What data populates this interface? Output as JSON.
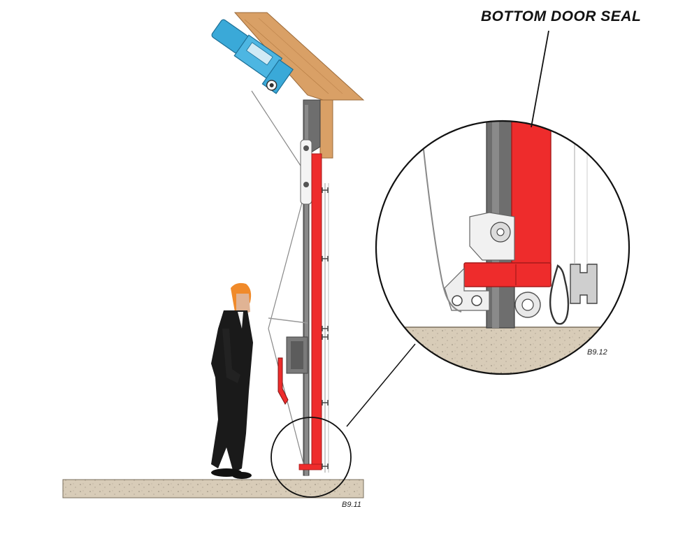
{
  "callout": {
    "title": "BOTTOM DOOR SEAL"
  },
  "figures": {
    "main_label": "B9.11",
    "detail_label": "B9.12"
  },
  "colors": {
    "seal_red": "#ee2c2c",
    "frame_gray": "#6e6e6e",
    "motor_blue": "#3aa9d8",
    "wood": "#d9a066",
    "concrete": "#d8ccb8",
    "suit": "#1a1a1a",
    "hair": "#f08a2a"
  },
  "icons": [
    "motor-icon",
    "person-icon",
    "magnifier-circle-icon"
  ]
}
